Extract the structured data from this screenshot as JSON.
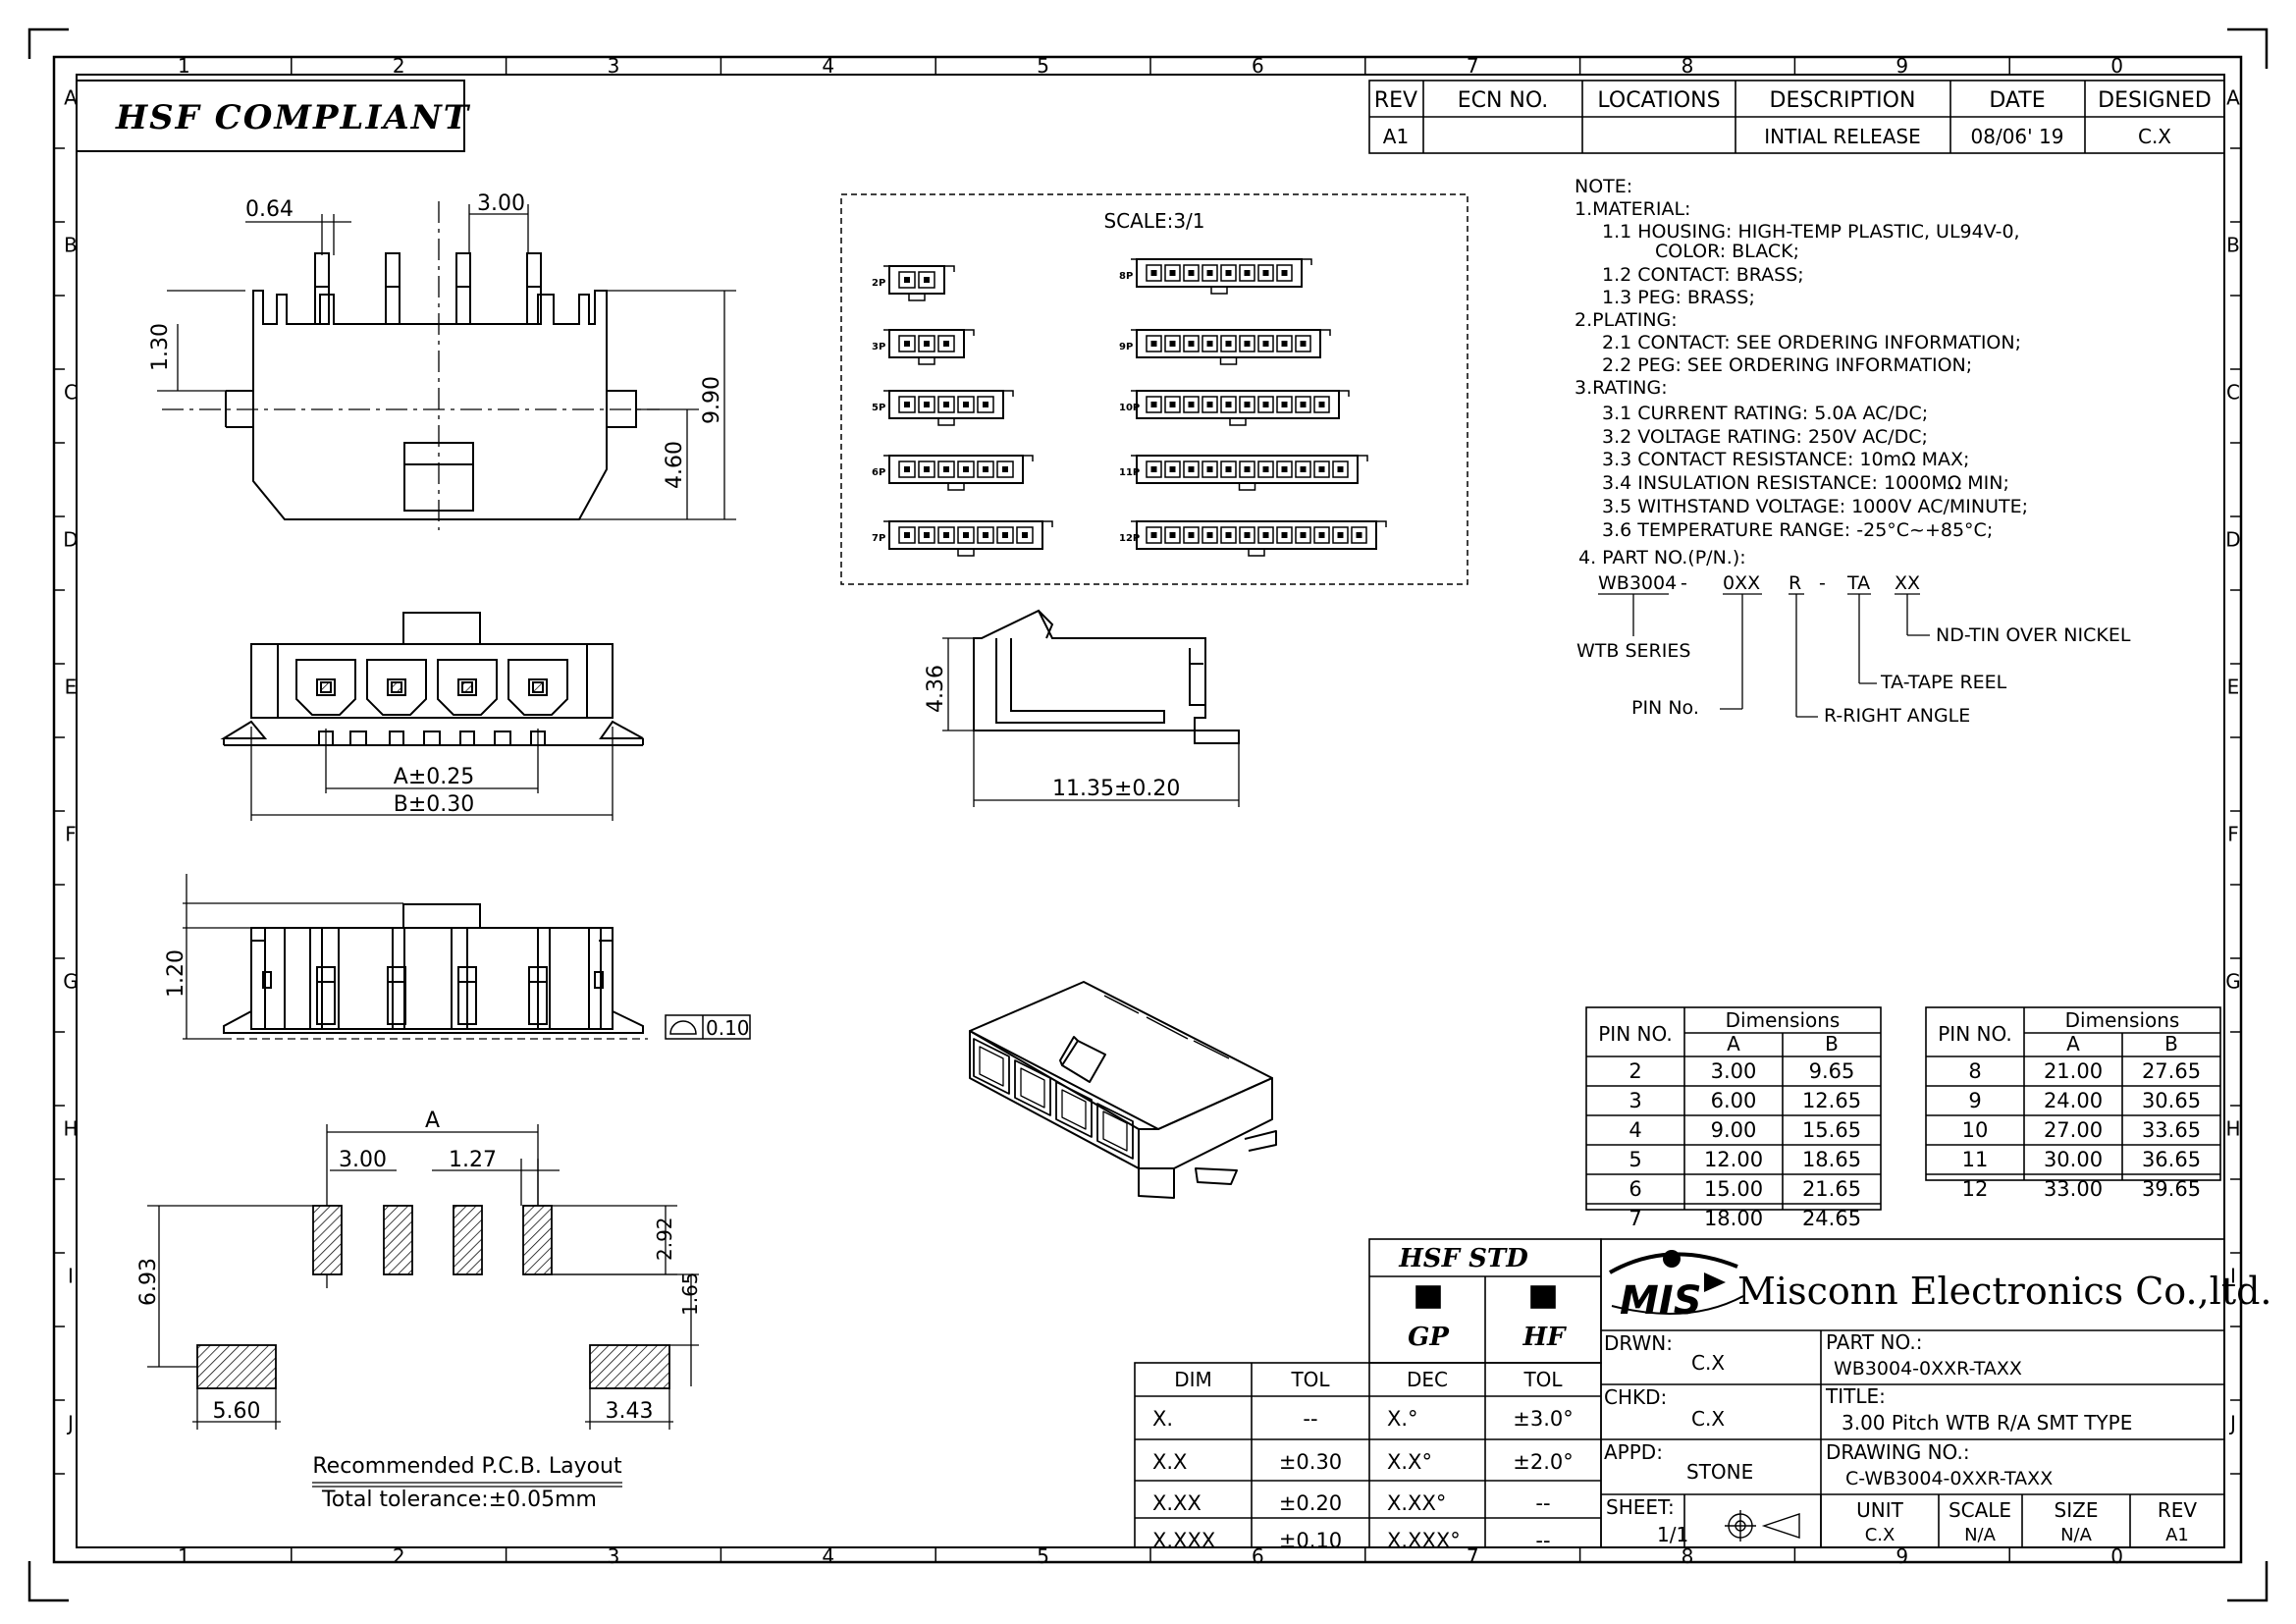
{
  "border": {
    "columns": [
      "1",
      "2",
      "3",
      "4",
      "5",
      "6",
      "7",
      "8",
      "9",
      "0"
    ],
    "rows": [
      "A",
      "B",
      "C",
      "D",
      "E",
      "F",
      "G",
      "H",
      "I",
      "J"
    ]
  },
  "banner": "HSF COMPLIANT",
  "revision": {
    "headers": [
      "REV",
      "ECN NO.",
      "LOCATIONS",
      "DESCRIPTION",
      "DATE",
      "DESIGNED"
    ],
    "row": [
      "A1",
      "",
      "",
      "INTIAL RELEASE",
      "08/06' 19",
      "C.X"
    ]
  },
  "dims_top": {
    "pin_w": "0.64",
    "pitch": "3.00",
    "h1": "1.30",
    "h2": "9.90",
    "h3": "4.60"
  },
  "dims_front": {
    "a": "A±0.25",
    "b": "B±0.30"
  },
  "dims_side": {
    "h": "4.36",
    "w": "11.35±0.20"
  },
  "dims_bottom": {
    "h": "1.20",
    "flatness": "0.10"
  },
  "pcb": {
    "a": "A",
    "pitch": "3.00",
    "pad_w": "1.27",
    "pad_h": "2.92",
    "peg_gap": "1.65",
    "span": "6.93",
    "peg_w": "5.60",
    "peg_h": "3.43",
    "caption": "Recommended P.C.B. Layout",
    "tolerance": "Total tolerance:±0.05mm"
  },
  "scale_box": {
    "title": "SCALE:3/1",
    "variants": [
      {
        "label": "2P",
        "pins": 2
      },
      {
        "label": "3P",
        "pins": 3
      },
      {
        "label": "5P",
        "pins": 5
      },
      {
        "label": "6P",
        "pins": 6
      },
      {
        "label": "7P",
        "pins": 7
      },
      {
        "label": "8P",
        "pins": 8
      },
      {
        "label": "9P",
        "pins": 9
      },
      {
        "label": "10P",
        "pins": 10
      },
      {
        "label": "11P",
        "pins": 11
      },
      {
        "label": "12P",
        "pins": 12
      }
    ]
  },
  "notes": [
    "NOTE:",
    "1.MATERIAL:",
    "1.1 HOUSING: HIGH-TEMP PLASTIC, UL94V-0,",
    "COLOR: BLACK;",
    "1.2 CONTACT: BRASS;",
    "1.3 PEG:    BRASS;",
    "2.PLATING:",
    "2.1 CONTACT: SEE ORDERING INFORMATION;",
    "2.2 PEG: SEE ORDERING INFORMATION;",
    "3.RATING:",
    "3.1 CURRENT RATING: 5.0A AC/DC;",
    "3.2 VOLTAGE RATING: 250V AC/DC;",
    "3.3 CONTACT RESISTANCE: 10mΩ MAX;",
    "3.4 INSULATION RESISTANCE: 1000MΩ MIN;",
    "3.5 WITHSTAND VOLTAGE: 1000V AC/MINUTE;",
    "3.6 TEMPERATURE RANGE: -25°C~+85°C;",
    "4. PART NO.(P/N.):"
  ],
  "part_code": {
    "parts": [
      "WB3004",
      "-",
      "0XX",
      "R",
      "-",
      "TA",
      "XX"
    ],
    "labels": [
      "WTB SERIES",
      "PIN No.",
      "R-RIGHT ANGLE",
      "TA-TAPE REEL",
      "ND-TIN OVER NICKEL"
    ]
  },
  "dim_table": {
    "header_pin": "PIN NO.",
    "header_dim": "Dimensions",
    "col_a": "A",
    "col_b": "B",
    "left": [
      [
        "2",
        "3.00",
        "9.65"
      ],
      [
        "3",
        "6.00",
        "12.65"
      ],
      [
        "4",
        "9.00",
        "15.65"
      ],
      [
        "5",
        "12.00",
        "18.65"
      ],
      [
        "6",
        "15.00",
        "21.65"
      ],
      [
        "7",
        "18.00",
        "24.65"
      ]
    ],
    "right": [
      [
        "8",
        "21.00",
        "27.65"
      ],
      [
        "9",
        "24.00",
        "30.65"
      ],
      [
        "10",
        "27.00",
        "33.65"
      ],
      [
        "11",
        "30.00",
        "36.65"
      ],
      [
        "12",
        "33.00",
        "39.65"
      ]
    ]
  },
  "tolerance_table": {
    "headers": [
      "DIM",
      "TOL",
      "DEC",
      "TOL"
    ],
    "rows": [
      [
        "X.",
        "--",
        "X.°",
        "±3.0°"
      ],
      [
        "X.X",
        "±0.30",
        "X.X°",
        "±2.0°"
      ],
      [
        "X.XX",
        "±0.20",
        "X.XX°",
        "--"
      ],
      [
        "X.XXX",
        "±0.10",
        "X.XXX°",
        "--"
      ]
    ]
  },
  "hsf_std": {
    "title": "HSF STD",
    "gp": "GP",
    "hf": "HF"
  },
  "title_block": {
    "logo": "MIS",
    "company": "Misconn Electronics Co.,ltd.",
    "drwn_label": "DRWN:",
    "drwn": "C.X",
    "chkd_label": "CHKD:",
    "chkd": "C.X",
    "appd_label": "APPD:",
    "appd": "STONE",
    "part_label": "PART NO.:",
    "part": "WB3004-0XXR-TAXX",
    "title_label": "TITLE:",
    "title": "3.00 Pitch WTB R/A SMT TYPE",
    "dwg_label": "DRAWING NO.:",
    "dwg": "C-WB3004-0XXR-TAXX",
    "sheet_label": "SHEET:",
    "sheet": "1/1",
    "unit_label": "UNIT",
    "unit": "C.X",
    "scale_label": "SCALE",
    "scale": "N/A",
    "size_label": "SIZE",
    "size": "N/A",
    "rev_label": "REV",
    "rev": "A1"
  }
}
